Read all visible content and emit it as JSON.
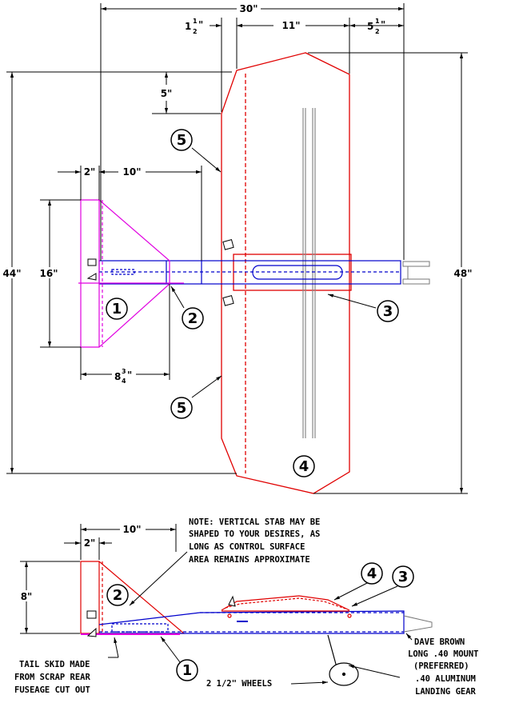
{
  "dimensions": {
    "span_total": "30\"",
    "d_1_5": "1",
    "d_1_5_num": "1",
    "d_1_5_den": "2",
    "d_11": "11\"",
    "d_5_5": "5",
    "d_5_5_num": "1",
    "d_5_5_den": "2",
    "d_5": "5\"",
    "d_44": "44\"",
    "d_48": "48\"",
    "d_2_top": "2\"",
    "d_10_top": "10\"",
    "d_16": "16\"",
    "d_8_75": "8",
    "d_8_75_num": "3",
    "d_8_75_den": "4",
    "d_10_side": "10\"",
    "d_2_side": "2\"",
    "d_8": "8\""
  },
  "callouts": {
    "c1": "1",
    "c2": "2",
    "c3": "3",
    "c4": "4",
    "c5a": "5",
    "c5b": "5",
    "s1": "1",
    "s2": "2",
    "s3": "3",
    "s4": "4"
  },
  "notes": {
    "note_line1": "NOTE: VERTICAL STAB MAY BE",
    "note_line2": "SHAPED TO YOUR DESIRES, AS",
    "note_line3": "LONG AS CONTROL SURFACE",
    "note_line4": "AREA REMAINS APPROXIMATE",
    "skid_line1": "TAIL SKID MADE",
    "skid_line2": "FROM SCRAP REAR",
    "skid_line3": "FUSEAGE CUT OUT",
    "mount_line1": "DAVE BROWN",
    "mount_line2": "LONG .40 MOUNT",
    "mount_line3": "(PREFERRED)",
    "gear_line1": ".40 ALUMINUM",
    "gear_line2": "LANDING GEAR",
    "wheels": "2 1/2\" WHEELS"
  },
  "colors": {
    "wing": "#e00000",
    "fuselage": "#0000cc",
    "stab": "#e000e0",
    "dim": "#000000"
  }
}
